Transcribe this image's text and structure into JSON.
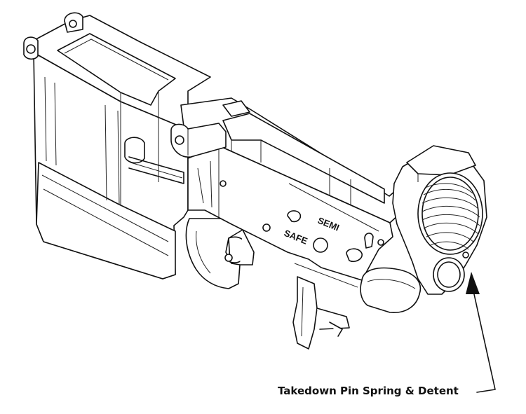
{
  "figure": {
    "callout_label": "Takedown Pin Spring & Detent",
    "engravings": {
      "safe": "SAFE",
      "semi": "SEMI"
    }
  }
}
